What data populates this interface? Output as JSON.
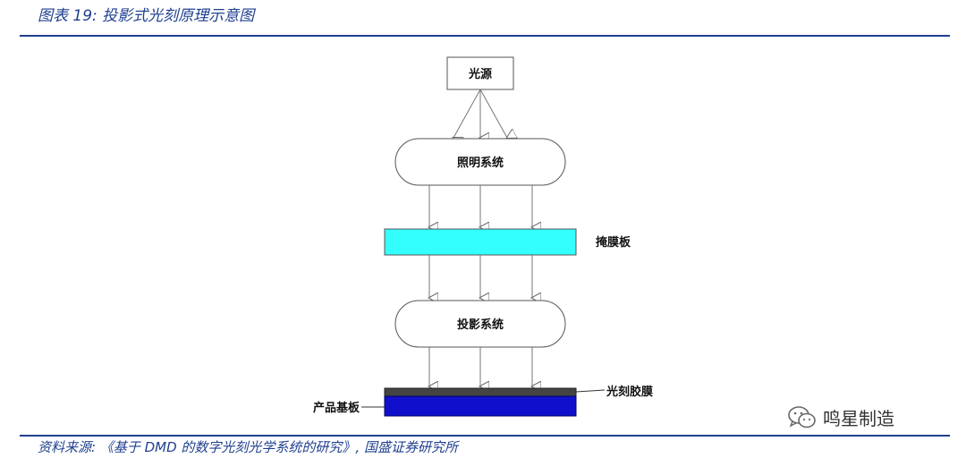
{
  "figure": {
    "title": "图表 19: 投影式光刻原理示意图",
    "source": "资料来源: 《基于 DMD 的数字光刻光学系统的研究》, 国盛证券研究所"
  },
  "diagram": {
    "light_source": "光源",
    "illumination_system": "照明系统",
    "mask": "掩膜板",
    "projection_system": "投影系统",
    "photoresist": "光刻胶膜",
    "substrate": "产品基板"
  },
  "colors": {
    "brand_blue": "#1f3f8f",
    "mask_fill": "#33ffff",
    "substrate_fill": "#1010cc",
    "photoresist_fill": "#444444"
  },
  "watermark": {
    "icon": "wechat-icon",
    "text": "鸣星制造"
  }
}
